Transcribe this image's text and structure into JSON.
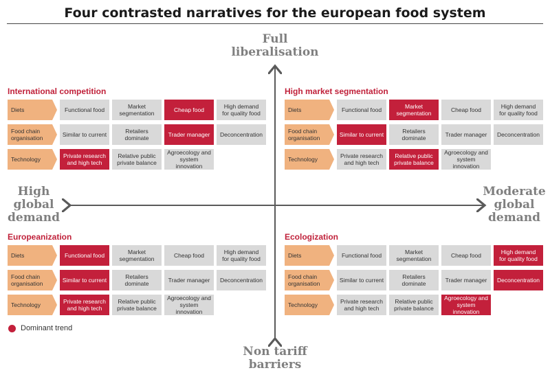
{
  "title": "Four contrasted narratives for the european food system",
  "axes": {
    "top": [
      "Full",
      "liberalisation"
    ],
    "bottom": [
      "Non tariff",
      "barriers"
    ],
    "left": [
      "High",
      "global",
      "demand"
    ],
    "right": [
      "Moderate",
      "global",
      "demand"
    ]
  },
  "row_labels": [
    [
      "Diets"
    ],
    [
      "Food chain",
      "organisation"
    ],
    [
      "Technology"
    ]
  ],
  "options": [
    [
      [
        "Functional food"
      ],
      [
        "Market",
        "segmentation"
      ],
      [
        "Cheap food"
      ],
      [
        "High demand",
        "for quality food"
      ]
    ],
    [
      [
        "Similar to current"
      ],
      [
        "Retailers",
        "dominate"
      ],
      [
        "Trader manager"
      ],
      [
        "Deconcentration"
      ]
    ],
    [
      [
        "Private research",
        "and high tech"
      ],
      [
        "Relative public",
        "private balance"
      ],
      [
        "Agroecology and",
        "system innovation"
      ]
    ]
  ],
  "quadrants": [
    {
      "name": "International competition",
      "position": "top-left",
      "dominant": [
        [
          2
        ],
        [
          2
        ],
        [
          0
        ]
      ]
    },
    {
      "name": "High market segmentation",
      "position": "top-right",
      "dominant": [
        [
          1
        ],
        [
          0
        ],
        [
          1
        ]
      ]
    },
    {
      "name": "Europeanization",
      "position": "bottom-left",
      "dominant": [
        [
          0
        ],
        [
          0
        ],
        [
          0
        ]
      ]
    },
    {
      "name": "Ecologization",
      "position": "bottom-right",
      "dominant": [
        [
          3
        ],
        [
          3
        ],
        [
          2
        ]
      ]
    }
  ],
  "legend": {
    "label": "Dominant trend",
    "color": "#c3203b"
  },
  "colors": {
    "dominant": "#c3203b",
    "neutral": "#d9d9d9",
    "row_label": "#f0b27f",
    "axis_text": "#7f7f7f",
    "title_text": "#c0213a"
  }
}
